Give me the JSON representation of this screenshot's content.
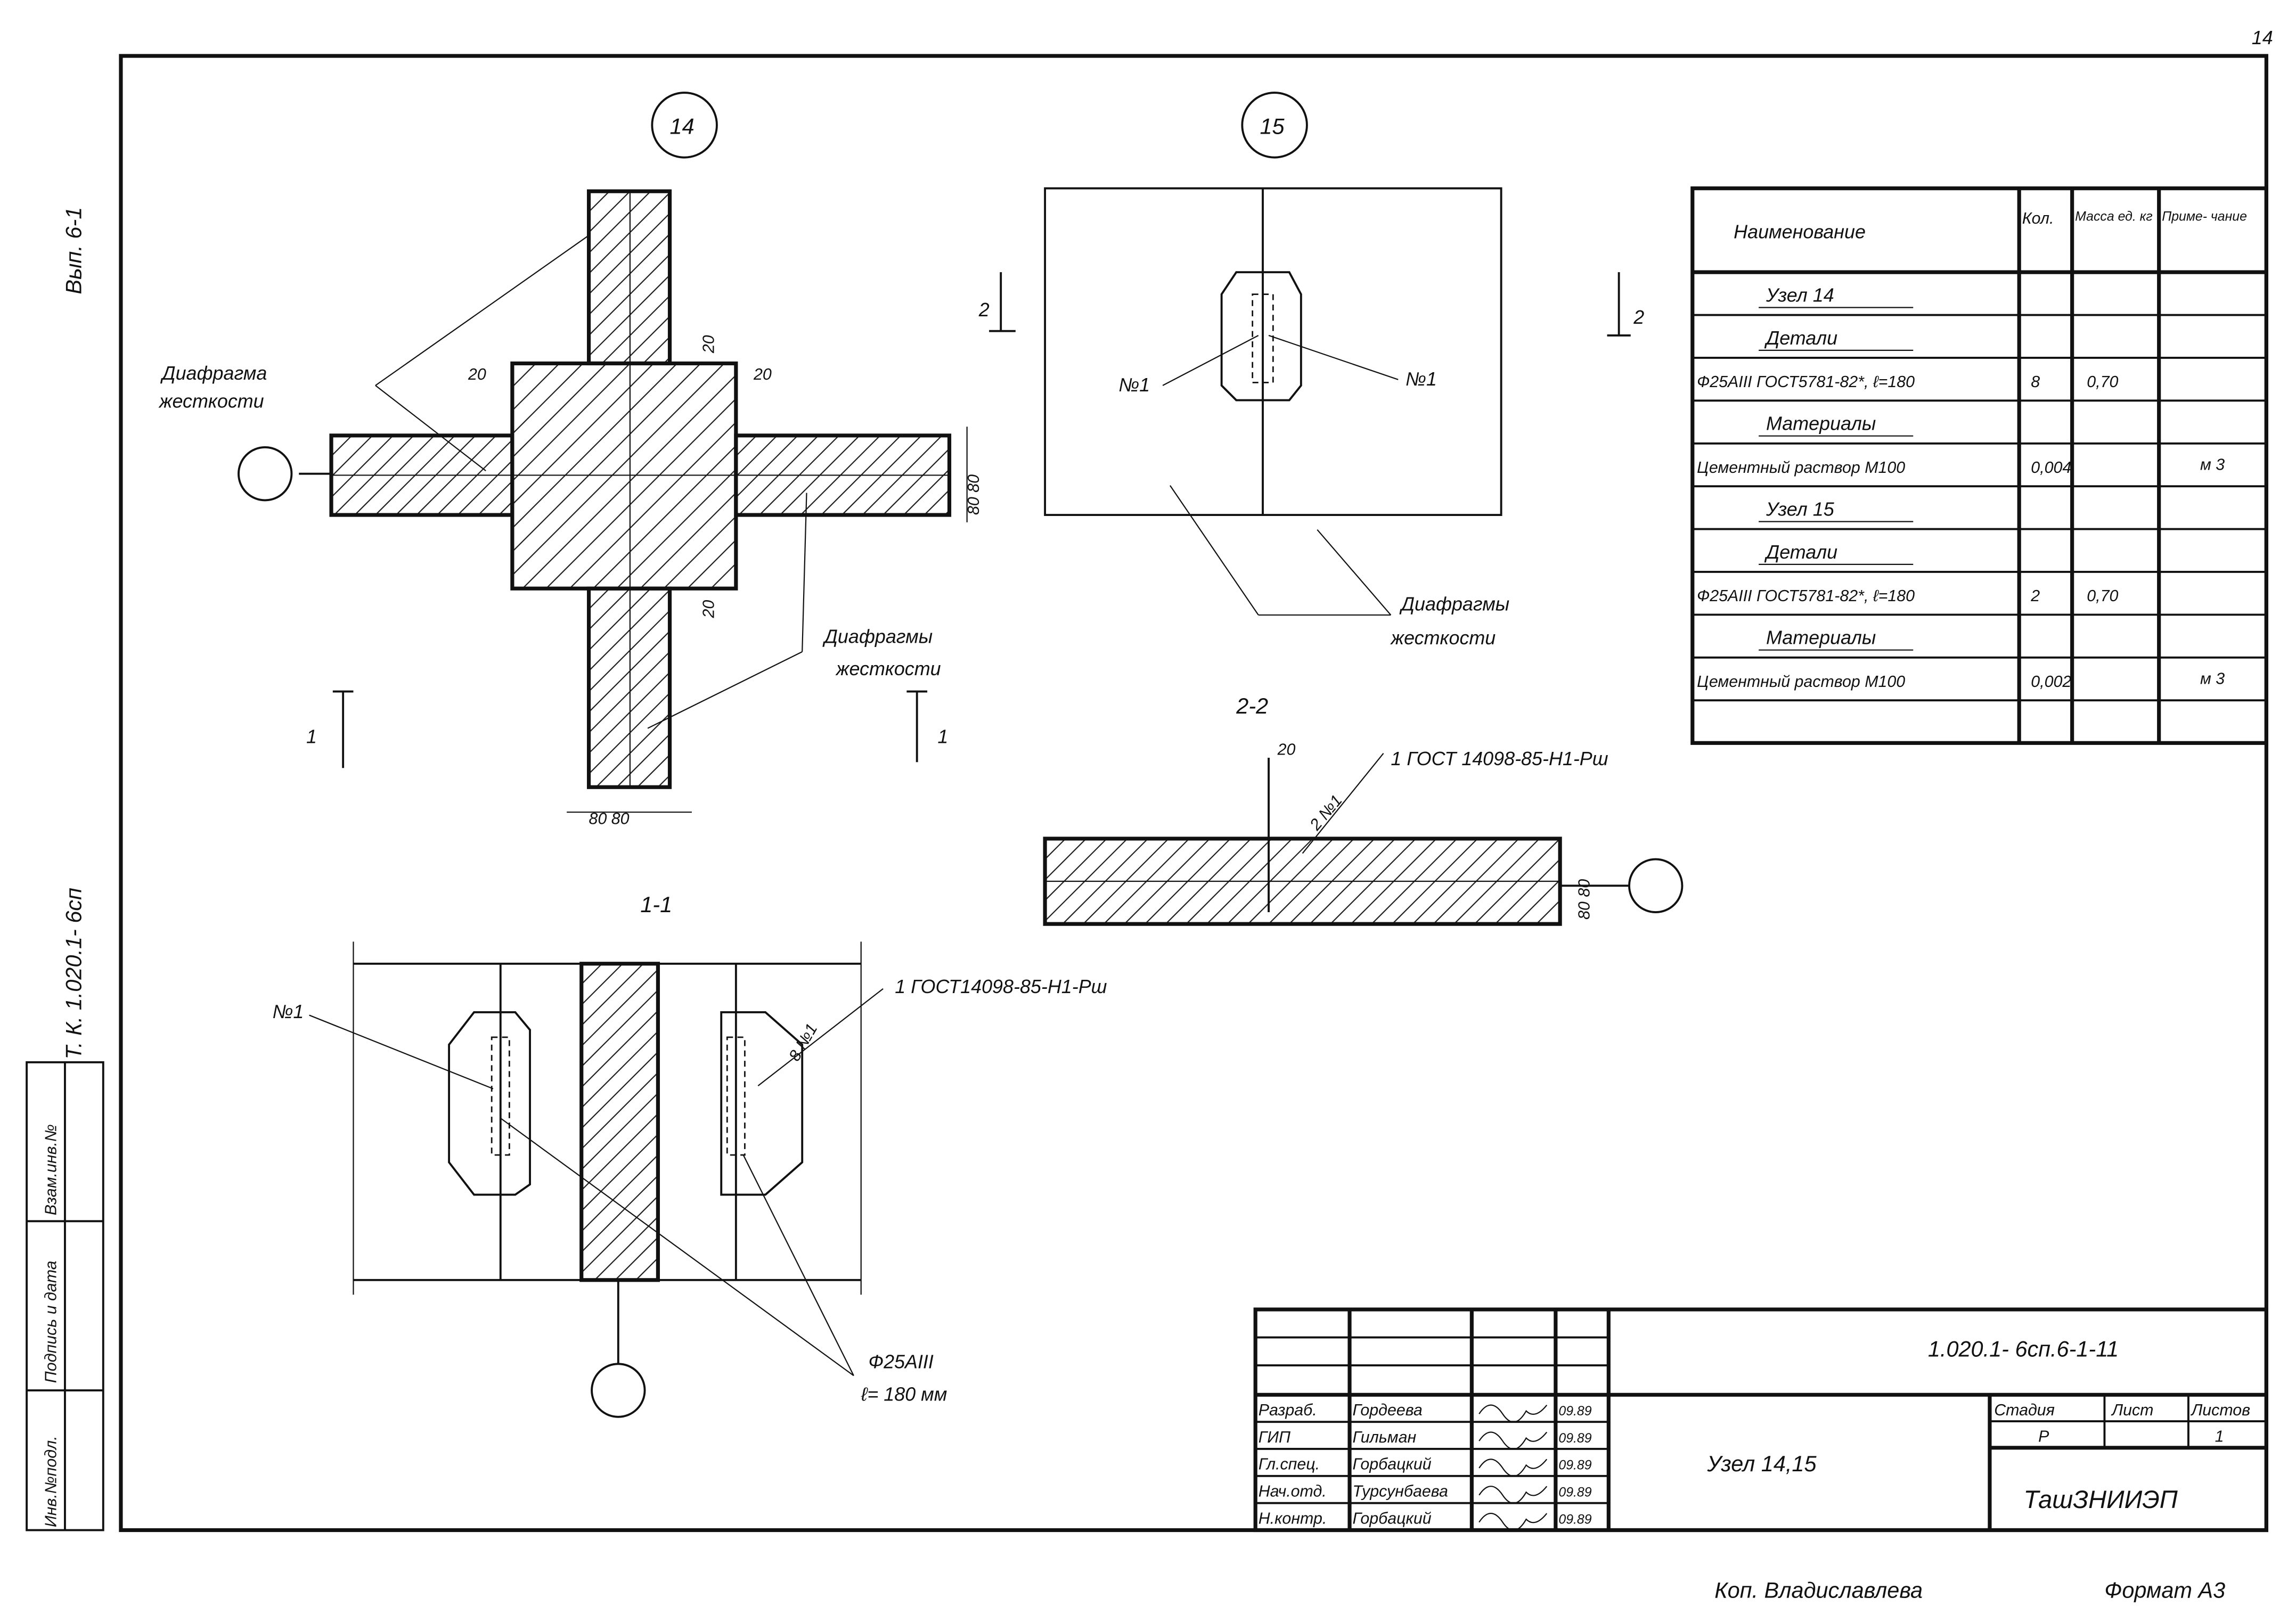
{
  "sheet": {
    "page_number": "14",
    "issue_label": "Вып. 6-1",
    "series_label": "Т. К. 1.020.1- 6сп",
    "copied_by": "Коп. Владиславлева",
    "format": "Формат А3",
    "left_strip": [
      "Инв.№подл.",
      "Подпись и дата",
      "Взам.инв.№"
    ]
  },
  "node14": {
    "marker": "14",
    "label_left": [
      "Диафрагма",
      "жесткости"
    ],
    "label_right": [
      "Диафрагмы",
      "жесткости"
    ],
    "dims": {
      "d20": "20",
      "d80": "80",
      "d8080": "80 80"
    },
    "section_mark": "1"
  },
  "node15": {
    "marker": "15",
    "item_left": "№1",
    "item_right": "№1",
    "section_mark": "2",
    "label": [
      "Диафрагмы",
      "жесткости"
    ]
  },
  "section22": {
    "title": "2-2",
    "dim": "20",
    "callout": "1 ГОСТ 14098-85-Н1-Рш",
    "item": "2 №1",
    "dims": "80 80"
  },
  "section11": {
    "title": "1-1",
    "item_left": "№1",
    "item_right": "8 №1",
    "callout": "1 ГОСТ14098-85-Н1-Рш",
    "bar_label": [
      "Ф25АIII",
      "ℓ= 180 мм"
    ]
  },
  "spec_table": {
    "headers": [
      "Наименование",
      "Кол.",
      "Масса ед. кг",
      "Приме- чание"
    ],
    "rows": [
      {
        "name": "Узел 14",
        "qty": "",
        "mass": "",
        "note": "",
        "heading": true
      },
      {
        "name": "Детали",
        "qty": "",
        "mass": "",
        "note": "",
        "heading": true
      },
      {
        "name": "Ф25АIII ГОСТ5781-82*, ℓ=180",
        "qty": "8",
        "mass": "0,70",
        "note": ""
      },
      {
        "name": "Материалы",
        "qty": "",
        "mass": "",
        "note": "",
        "heading": true
      },
      {
        "name": "Цементный раствор М100",
        "qty": "0,004",
        "mass": "",
        "note": "м 3"
      },
      {
        "name": "Узел 15",
        "qty": "",
        "mass": "",
        "note": "",
        "heading": true
      },
      {
        "name": "Детали",
        "qty": "",
        "mass": "",
        "note": "",
        "heading": true
      },
      {
        "name": "Ф25АIII ГОСТ5781-82*, ℓ=180",
        "qty": "2",
        "mass": "0,70",
        "note": ""
      },
      {
        "name": "Материалы",
        "qty": "",
        "mass": "",
        "note": "",
        "heading": true
      },
      {
        "name": "Цементный раствор М100",
        "qty": "0,002",
        "mass": "",
        "note": "м 3"
      },
      {
        "name": "",
        "qty": "",
        "mass": "",
        "note": ""
      }
    ]
  },
  "title_block": {
    "doc_code": "1.020.1- 6сп.6-1-11",
    "title": "Узел 14,15",
    "org": "ТашЗНИИЭП",
    "stage_headers": [
      "Стадия",
      "Лист",
      "Листов"
    ],
    "stage_values": [
      "Р",
      "",
      "1"
    ],
    "people": [
      {
        "role": "Разраб.",
        "name": "Гордеева",
        "date": "09.89"
      },
      {
        "role": "ГИП",
        "name": "Гильман",
        "date": "09.89"
      },
      {
        "role": "Гл.спец.",
        "name": "Горбацкий",
        "date": "09.89"
      },
      {
        "role": "Нач.отд.",
        "name": "Турсунбаева",
        "date": "09.89"
      },
      {
        "role": "Н.контр.",
        "name": "Горбацкий",
        "date": "09.89"
      }
    ]
  }
}
